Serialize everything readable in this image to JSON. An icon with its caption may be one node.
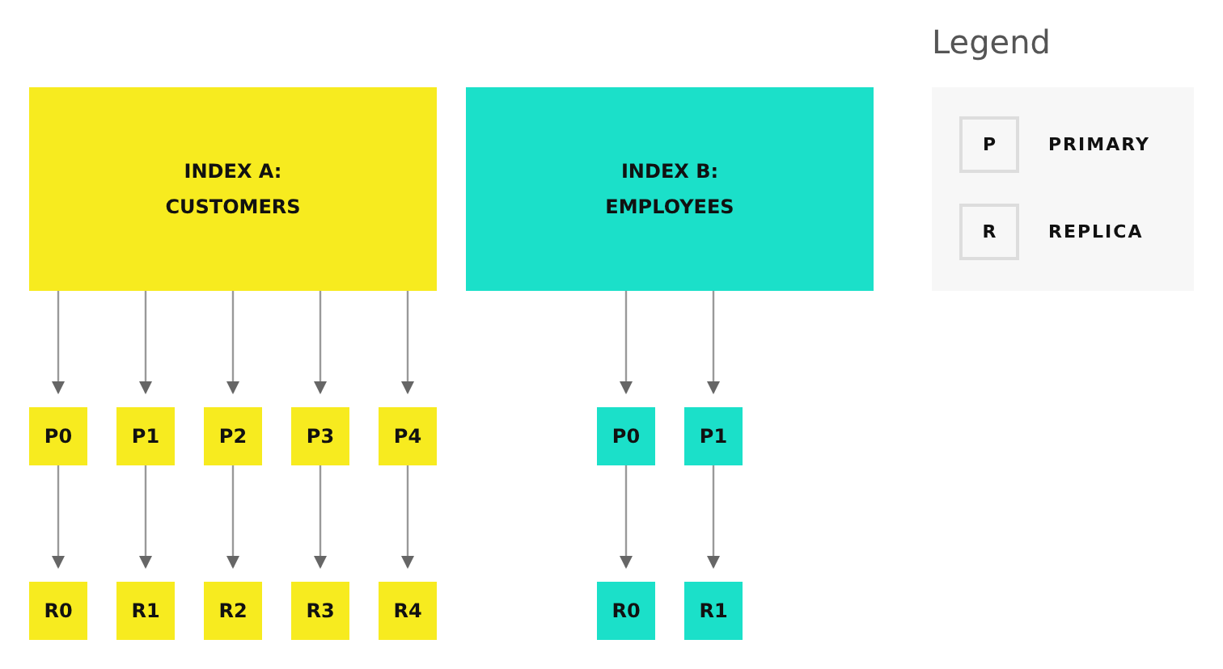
{
  "diagram": {
    "nodes": [
      {
        "text": [
          "INDEX A: CUSTOMERS"
        ]
      },
      {
        "text": [
          "INDEX B: EMPLOYEES"
        ]
      },
      {
        "text": [
          "P0"
        ]
      },
      {
        "text": [
          "P1"
        ]
      },
      {
        "text": [
          "P2"
        ]
      },
      {
        "text": [
          "P3"
        ]
      },
      {
        "text": [
          "P4"
        ]
      },
      {
        "text": [
          "P0"
        ]
      },
      {
        "text": [
          "P1"
        ]
      },
      {
        "text": [
          "R0"
        ]
      },
      {
        "text": [
          "R1"
        ]
      },
      {
        "text": [
          "R2"
        ]
      },
      {
        "text": [
          "R3"
        ]
      },
      {
        "text": [
          "R4"
        ]
      },
      {
        "text": [
          "R0"
        ]
      },
      {
        "text": [
          "R1"
        ]
      }
    ],
    "edges": [
      {
        "from": 0,
        "to": 2,
        "arrow": "to"
      },
      {
        "from": 0,
        "to": 3,
        "arrow": "to"
      },
      {
        "from": 0,
        "to": 4,
        "arrow": "to"
      },
      {
        "from": 0,
        "to": 5,
        "arrow": "to"
      },
      {
        "from": 0,
        "to": 6,
        "arrow": "to"
      },
      {
        "from": 1,
        "to": 7,
        "arrow": "to"
      },
      {
        "from": 1,
        "to": 8,
        "arrow": "to"
      },
      {
        "from": 2,
        "to": 9,
        "arrow": "to"
      },
      {
        "from": 3,
        "to": 10,
        "arrow": "to"
      },
      {
        "from": 4,
        "to": 11,
        "arrow": "to"
      },
      {
        "from": 5,
        "to": 12,
        "arrow": "to"
      },
      {
        "from": 6,
        "to": 13,
        "arrow": "to"
      },
      {
        "from": 7,
        "to": 14,
        "arrow": "to"
      },
      {
        "from": 8,
        "to": 15,
        "arrow": "to"
      }
    ],
    "labels": [
      "Legend",
      "P",
      "R"
    ],
    "legend": [
      {
        "text": "PRIMARY"
      },
      {
        "text": "REPLICA"
      }
    ]
  }
}
